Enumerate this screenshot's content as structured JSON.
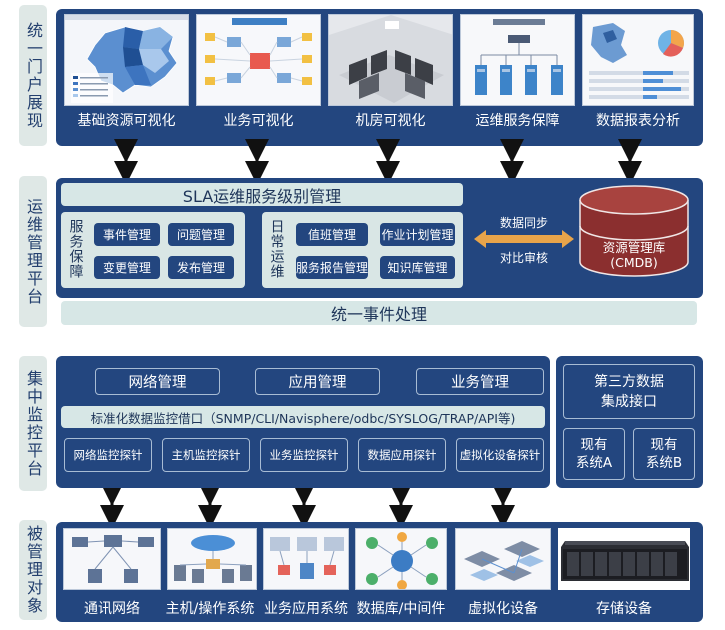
{
  "layers": {
    "portal": "统一门户展现",
    "ops": "运维管理平台",
    "monitor": "集中监控平台",
    "managed": "被管理对象"
  },
  "portal": {
    "items": [
      "基础资源可视化",
      "业务可视化",
      "机房可视化",
      "运维服务保障",
      "数据报表分析"
    ]
  },
  "ops": {
    "sla": "SLA运维服务级别管理",
    "service_label": "服务保障",
    "service_items": [
      "事件管理",
      "问题管理",
      "变更管理",
      "发布管理"
    ],
    "daily_label": "日常运维",
    "daily_items": [
      "值班管理",
      "作业计划管理",
      "服务报告管理",
      "知识库管理"
    ],
    "sync_top": "数据同步",
    "sync_bottom": "对比审核",
    "cmdb_line1": "资源管理库",
    "cmdb_line2": "(CMDB)",
    "event": "统一事件处理"
  },
  "monitor": {
    "mgmt": [
      "网络管理",
      "应用管理",
      "业务管理"
    ],
    "interface": "标准化数据监控借口（SNMP/CLI/Navisphere/odbc/SYSLOG/TRAP/API等)",
    "probes": [
      "网络监控探针",
      "主机监控探针",
      "业务监控探针",
      "数据应用探针",
      "虚拟化设备探针"
    ],
    "third_party_line1": "第三方数据",
    "third_party_line2": "集成接口",
    "systems": [
      [
        "现有",
        "系统A"
      ],
      [
        "现有",
        "系统B"
      ]
    ]
  },
  "managed": {
    "items": [
      "通讯网络",
      "主机/操作系统",
      "业务应用系统",
      "数据库/中间件",
      "虚拟化设备",
      "存储设备"
    ]
  },
  "colors": {
    "panel": "#23467f",
    "light": "#d9e6e5",
    "arrow": "#111111",
    "cmdb": "#8b2f2f",
    "sync_arrow": "#e8a44a"
  }
}
